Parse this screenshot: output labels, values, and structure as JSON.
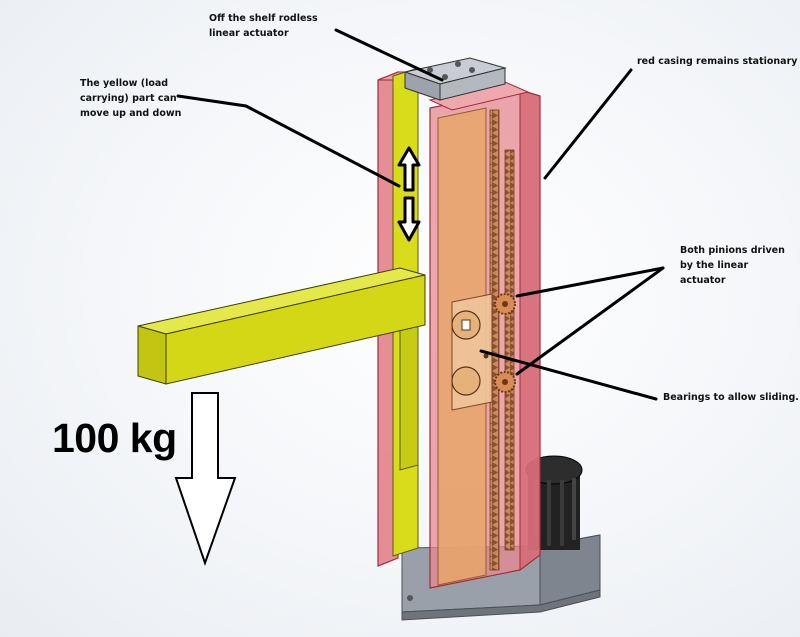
{
  "annotations": {
    "actuator": "Off the shelf rodless\nlinear actuator",
    "yellow_part": "The yellow (load\ncarrying) part can\nmove up and down",
    "red_casing": "red casing remains stationary",
    "pinions": "Both pinions driven\nby the linear\nactuator",
    "bearings": "Bearings to allow sliding."
  },
  "load": "100 kg",
  "colors": {
    "yellow": "#d8dc1a",
    "red_casing": "#e07a82",
    "orange_carriage": "#e8a66a",
    "gray_base": "#9aa0aa",
    "motor": "#1e1e1e"
  }
}
